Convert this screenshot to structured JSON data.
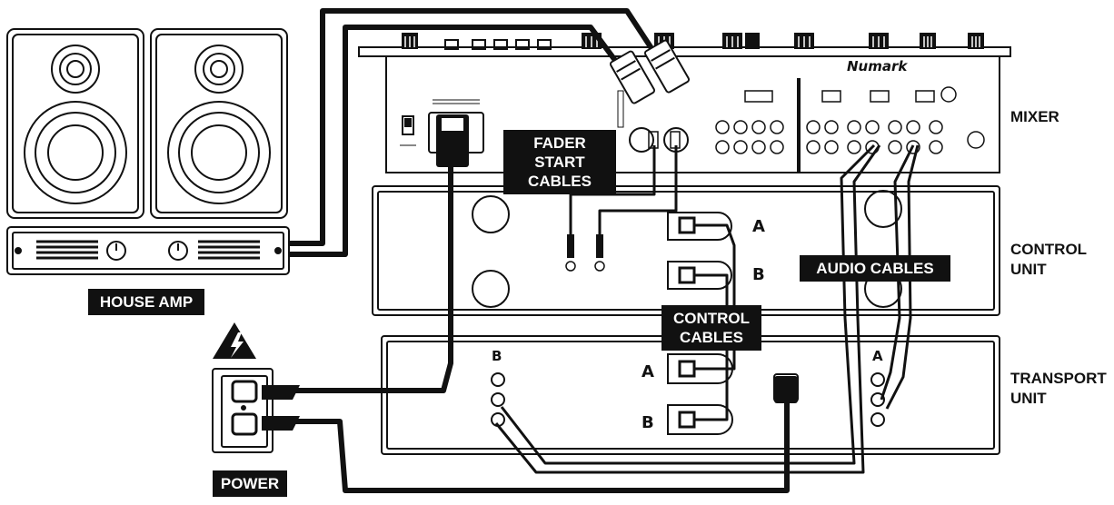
{
  "labels": {
    "mixer": "MIXER",
    "control_unit_line1": "CONTROL",
    "control_unit_line2": "UNIT",
    "transport_unit_line1": "TRANSPORT",
    "transport_unit_line2": "UNIT",
    "house_amp": "HOUSE AMP",
    "power": "POWER",
    "fader_start_line1": "FADER START",
    "fader_start_line2": "CABLES",
    "audio_cables": "AUDIO CABLES",
    "control_cables_line1": "CONTROL",
    "control_cables_line2": "CABLES"
  },
  "device_text": {
    "mixer_brand": "Numark",
    "control_a": "A",
    "control_b": "B",
    "transport_a_ctrl": "A",
    "transport_b_ctrl": "B",
    "transport_b_audio": "B",
    "transport_a_audio": "A"
  },
  "colors": {
    "line": "#111111",
    "panel": "#ffffff",
    "label_bg": "#111111",
    "label_text": "#ffffff"
  }
}
